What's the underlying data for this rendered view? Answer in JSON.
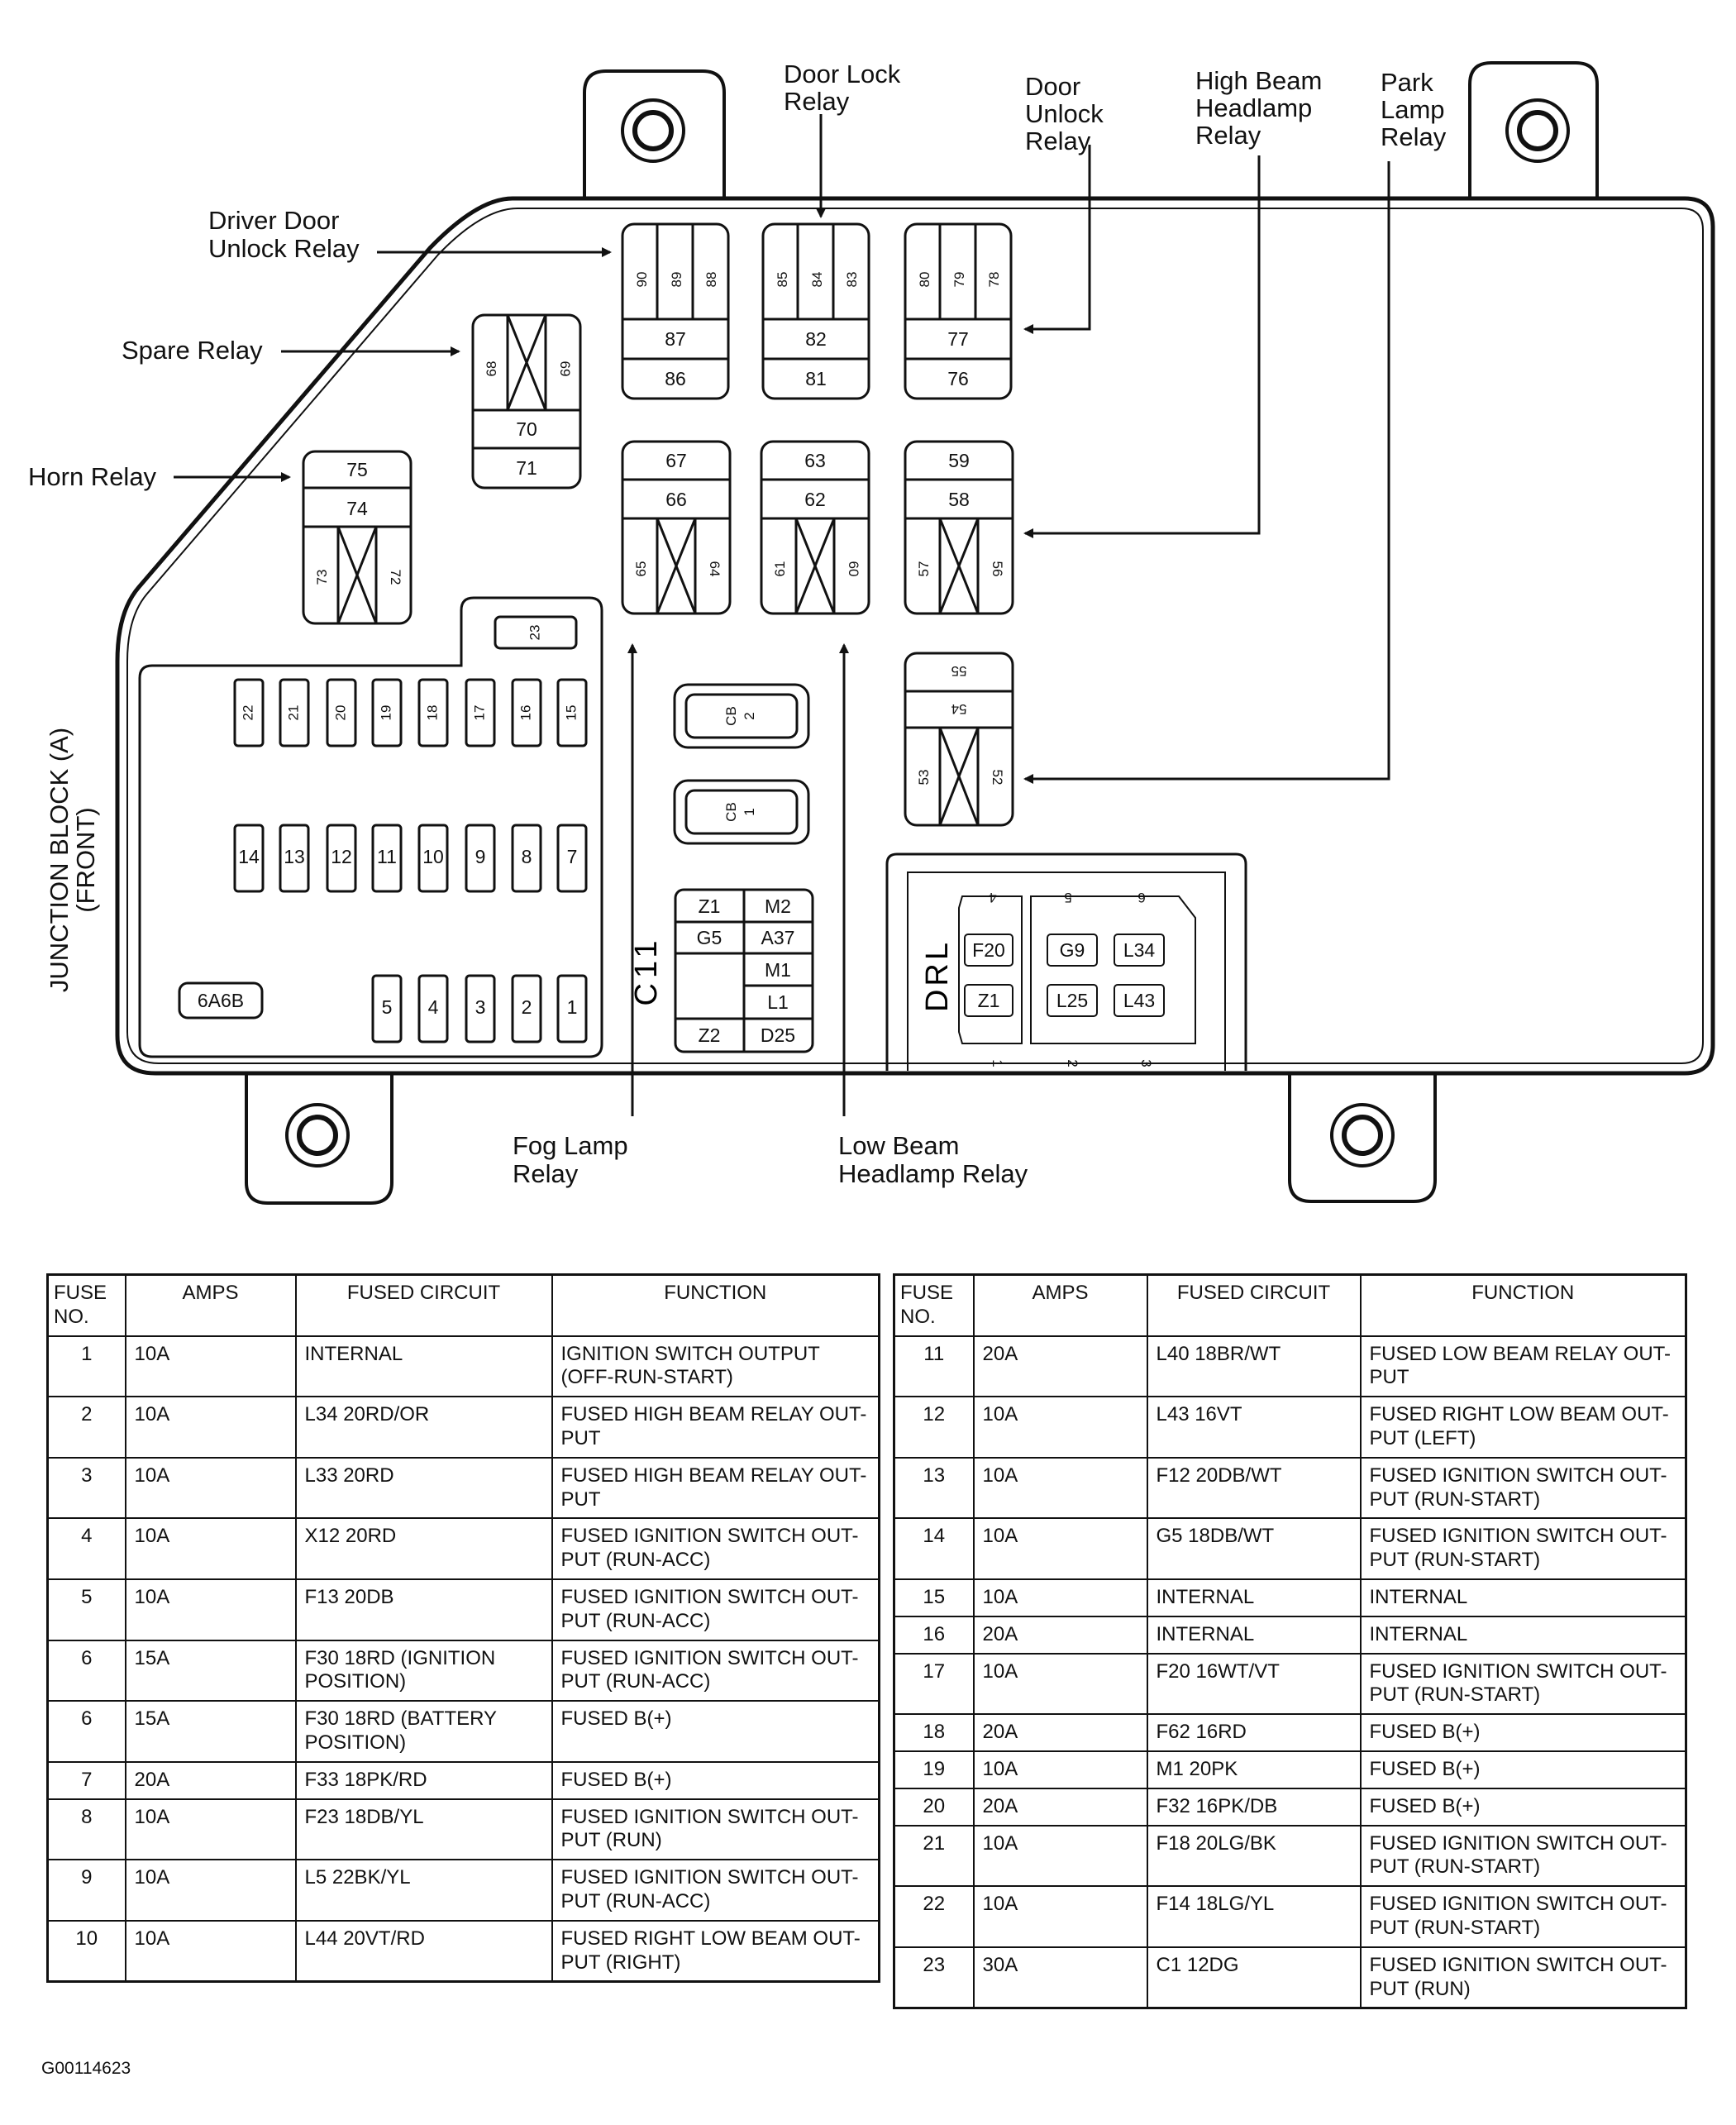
{
  "relay_labels": {
    "door_lock": [
      "Door Lock",
      "Relay"
    ],
    "door_unlock": [
      "Door",
      "Unlock",
      "Relay"
    ],
    "high_beam": [
      "High Beam",
      "Headlamp",
      "Relay"
    ],
    "park_lamp": [
      "Park",
      "Lamp",
      "Relay"
    ],
    "driver_door_unlock": [
      "Driver Door",
      "Unlock Relay"
    ],
    "spare": "Spare Relay",
    "horn": "Horn Relay",
    "fog_lamp": [
      "Fog Lamp",
      "Relay"
    ],
    "low_beam": [
      "Low Beam",
      "Headlamp Relay"
    ]
  },
  "junction_block_label": [
    "JUNCTION BLOCK (A)",
    "(FRONT)"
  ],
  "cavities": {
    "r1": [
      "90",
      "89",
      "88",
      "87",
      "86"
    ],
    "r2": [
      "85",
      "84",
      "83",
      "82",
      "81"
    ],
    "r3": [
      "80",
      "79",
      "78",
      "77",
      "76"
    ],
    "spare": [
      "68",
      "69",
      "70",
      "71"
    ],
    "horn": [
      "75",
      "74",
      "73",
      "72"
    ],
    "r4": [
      "67",
      "66",
      "65",
      "64"
    ],
    "r5": [
      "63",
      "62",
      "61",
      "60"
    ],
    "r6": [
      "59",
      "58",
      "57",
      "56"
    ],
    "r7": [
      "55",
      "54",
      "53",
      "52"
    ],
    "fuses_top": [
      "22",
      "21",
      "20",
      "19",
      "18",
      "17",
      "16",
      "15"
    ],
    "fuses_mid": [
      "14",
      "13",
      "12",
      "11",
      "10",
      "9",
      "8",
      "7"
    ],
    "fuses_bot": [
      "5",
      "4",
      "3",
      "2",
      "1"
    ],
    "fuse_23": "23",
    "cb2": [
      "CB",
      "2"
    ],
    "cb1": [
      "CB",
      "1"
    ],
    "connector_6a6b": "6A6B"
  },
  "c11": {
    "label": "C11",
    "cells": [
      "Z1",
      "M2",
      "G5",
      "A37",
      "M1",
      "L1",
      "Z2",
      "D25"
    ]
  },
  "drl": {
    "label": "DRL",
    "cells": [
      "F20",
      "G9",
      "L34",
      "Z1",
      "L25",
      "L43"
    ],
    "pins": [
      "4",
      "5",
      "6",
      "1",
      "2",
      "3"
    ]
  },
  "table_headers": [
    "FUSE NO.",
    "AMPS",
    "FUSED CIRCUIT",
    "FUNCTION"
  ],
  "left_table": [
    [
      "1",
      "10A",
      "INTERNAL",
      "IGNITION SWITCH OUTPUT (OFF-RUN-START)"
    ],
    [
      "2",
      "10A",
      "L34 20RD/OR",
      "FUSED HIGH BEAM RELAY OUT-PUT"
    ],
    [
      "3",
      "10A",
      "L33 20RD",
      "FUSED HIGH BEAM RELAY OUT-PUT"
    ],
    [
      "4",
      "10A",
      "X12 20RD",
      "FUSED IGNITION SWITCH OUT-PUT (RUN-ACC)"
    ],
    [
      "5",
      "10A",
      "F13 20DB",
      "FUSED IGNITION SWITCH OUT-PUT (RUN-ACC)"
    ],
    [
      "6",
      "15A",
      "F30 18RD (IGNITION POSITION)",
      "FUSED IGNITION SWITCH OUT-PUT (RUN-ACC)"
    ],
    [
      "6",
      "15A",
      "F30 18RD (BATTERY POSITION)",
      "FUSED B(+)"
    ],
    [
      "7",
      "20A",
      "F33 18PK/RD",
      "FUSED B(+)"
    ],
    [
      "8",
      "10A",
      "F23 18DB/YL",
      "FUSED IGNITION SWITCH OUT-PUT (RUN)"
    ],
    [
      "9",
      "10A",
      "L5 22BK/YL",
      "FUSED IGNITION SWITCH OUT-PUT (RUN-ACC)"
    ],
    [
      "10",
      "10A",
      "L44 20VT/RD",
      "FUSED RIGHT LOW BEAM OUT-PUT (RIGHT)"
    ]
  ],
  "right_table": [
    [
      "11",
      "20A",
      "L40 18BR/WT",
      "FUSED LOW BEAM RELAY OUT-PUT"
    ],
    [
      "12",
      "10A",
      "L43 16VT",
      "FUSED RIGHT LOW BEAM OUT-PUT (LEFT)"
    ],
    [
      "13",
      "10A",
      "F12 20DB/WT",
      "FUSED IGNITION SWITCH OUT-PUT (RUN-START)"
    ],
    [
      "14",
      "10A",
      "G5 18DB/WT",
      "FUSED IGNITION SWITCH OUT-PUT (RUN-START)"
    ],
    [
      "15",
      "10A",
      "INTERNAL",
      "INTERNAL"
    ],
    [
      "16",
      "20A",
      "INTERNAL",
      "INTERNAL"
    ],
    [
      "17",
      "10A",
      "F20 16WT/VT",
      "FUSED IGNITION SWITCH OUT-PUT (RUN-START)"
    ],
    [
      "18",
      "20A",
      "F62 16RD",
      "FUSED B(+)"
    ],
    [
      "19",
      "10A",
      "M1 20PK",
      "FUSED B(+)"
    ],
    [
      "20",
      "20A",
      "F32 16PK/DB",
      "FUSED B(+)"
    ],
    [
      "21",
      "10A",
      "F18 20LG/BK",
      "FUSED IGNITION SWITCH OUT-PUT (RUN-START)"
    ],
    [
      "22",
      "10A",
      "F14 18LG/YL",
      "FUSED IGNITION SWITCH OUT-PUT (RUN-START)"
    ],
    [
      "23",
      "30A",
      "C1 12DG",
      "FUSED IGNITION SWITCH OUT-PUT (RUN)"
    ]
  ],
  "figure_id": "G00114623"
}
